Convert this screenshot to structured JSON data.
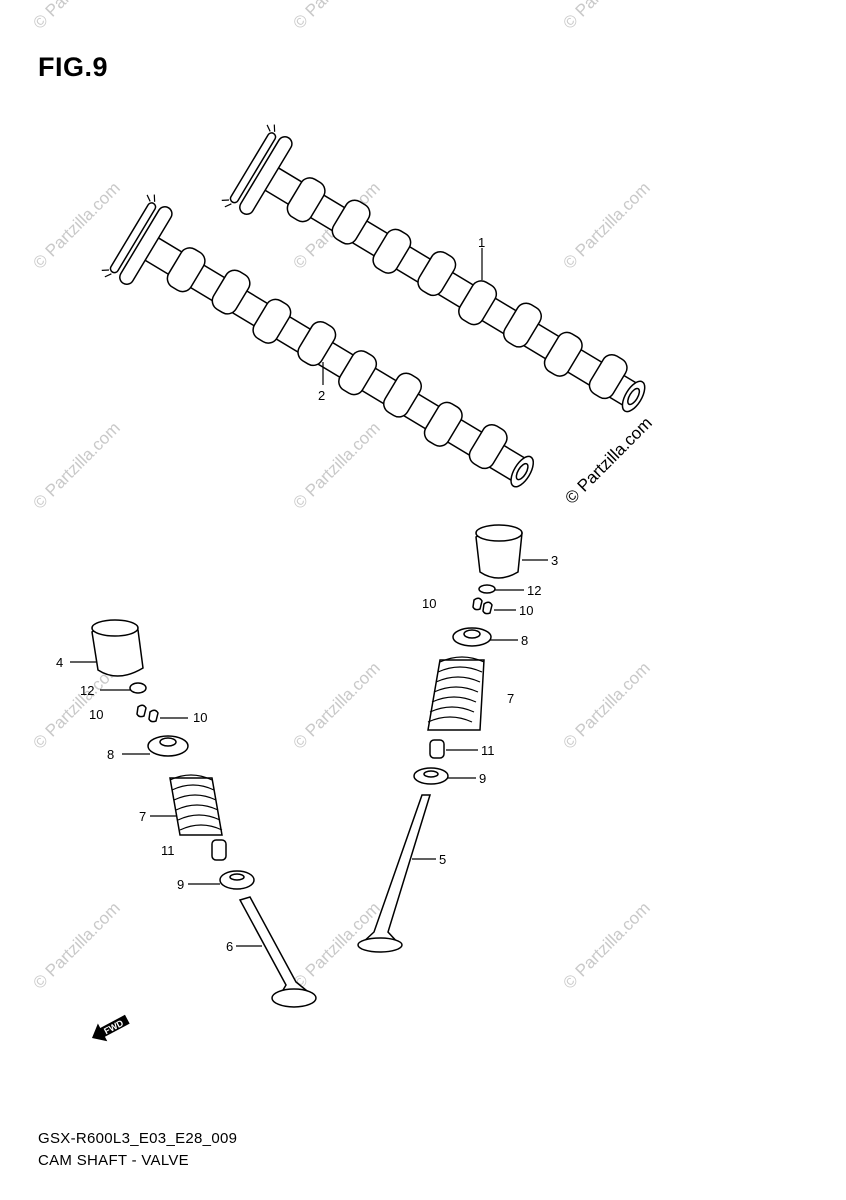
{
  "figure": {
    "title": "FIG.9"
  },
  "footer": {
    "code": "GSX-R600L3_E03_E28_009",
    "name": "CAM SHAFT - VALVE"
  },
  "watermark": {
    "text": "© Partzilla.com"
  },
  "fwd_badge": {
    "text": "FWD"
  },
  "callouts": {
    "c1": "1",
    "c2": "2",
    "c3": "3",
    "c4": "4",
    "c5": "5",
    "c6": "6",
    "c7a": "7",
    "c7b": "7",
    "c8a": "8",
    "c8b": "8",
    "c9a": "9",
    "c9b": "9",
    "c10a": "10",
    "c10b": "10",
    "c10c": "10",
    "c10d": "10",
    "c11a": "11",
    "c11b": "11",
    "c12a": "12",
    "c12b": "12"
  }
}
